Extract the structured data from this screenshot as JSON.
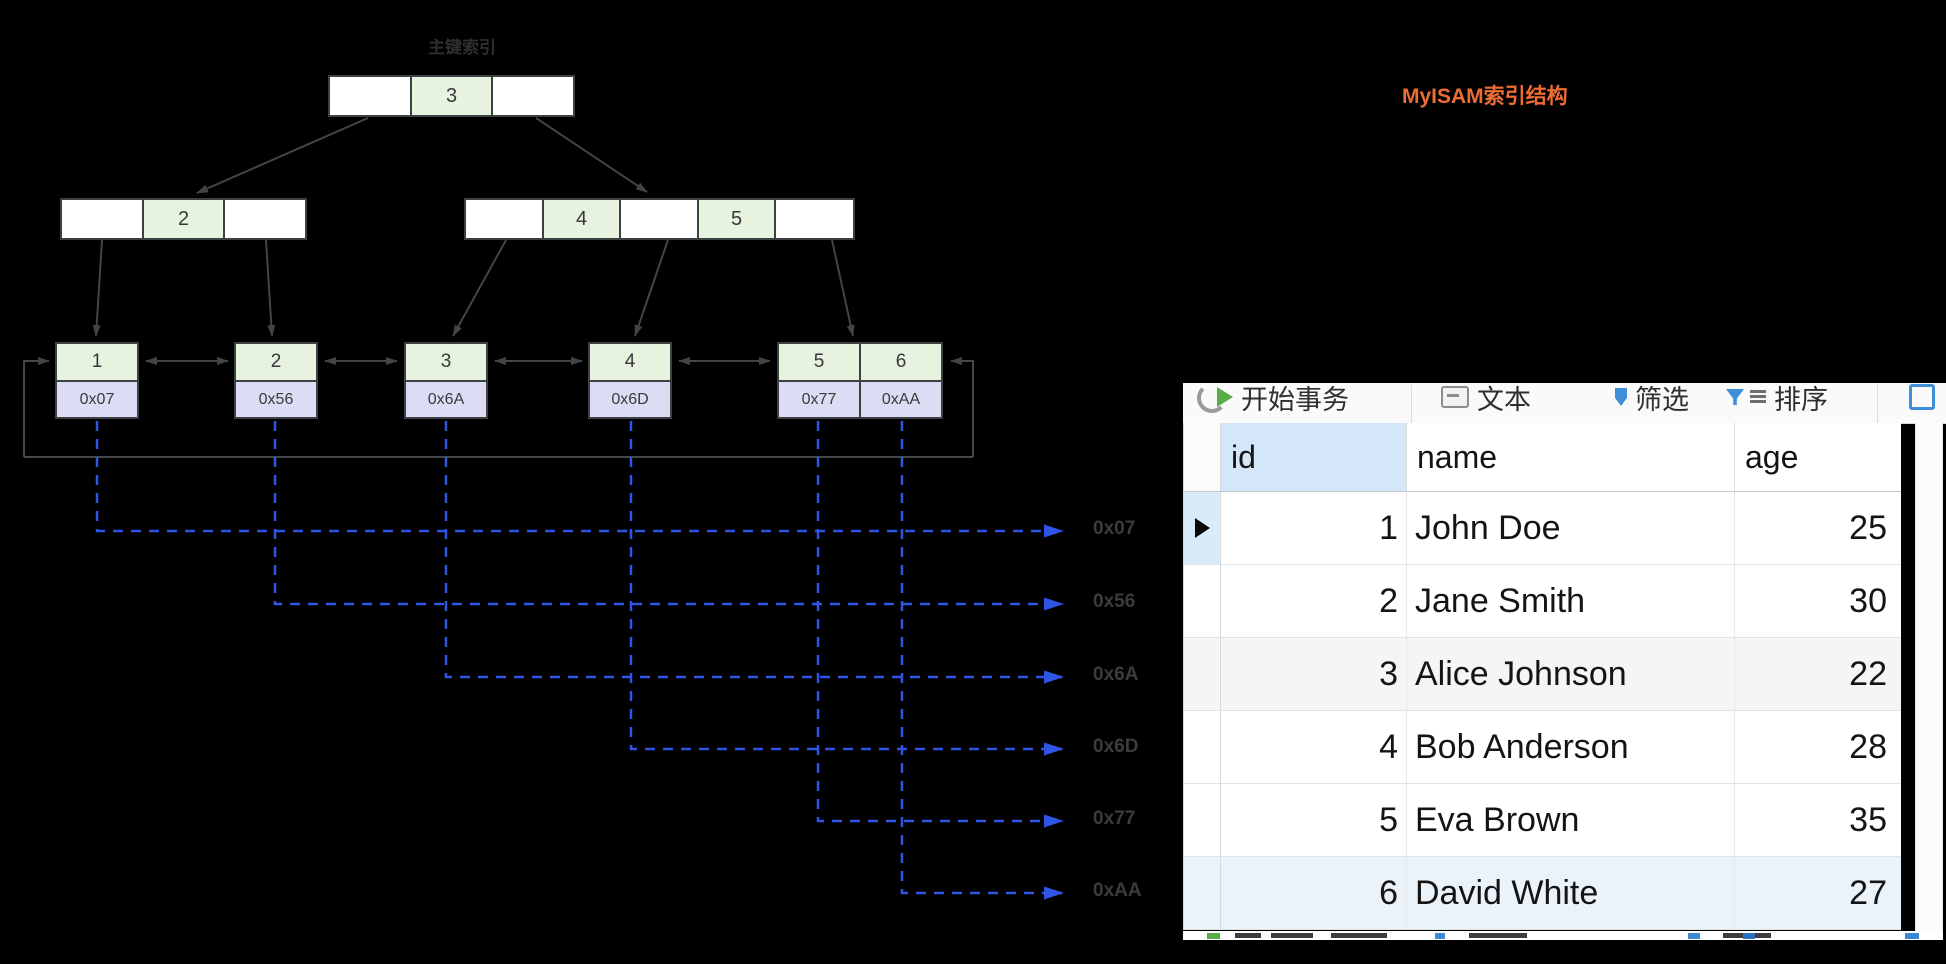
{
  "diagram": {
    "title": "主键索引",
    "heading": "MyISAM索引结构",
    "root": {
      "cells": [
        "",
        "3",
        ""
      ]
    },
    "internal_left": {
      "cells": [
        "",
        "2",
        ""
      ]
    },
    "internal_right": {
      "cells": [
        "",
        "4",
        "",
        "5",
        ""
      ]
    },
    "leaves": [
      {
        "key": "1",
        "addr": "0x07"
      },
      {
        "key": "2",
        "addr": "0x56"
      },
      {
        "key": "3",
        "addr": "0x6A"
      },
      {
        "key": "4",
        "addr": "0x6D"
      },
      {
        "key": "5",
        "addr": "0x77"
      },
      {
        "key": "6",
        "addr": "0xAA"
      }
    ],
    "pointer_labels": [
      "0x07",
      "0x56",
      "0x6A",
      "0x6D",
      "0x77",
      "0xAA"
    ],
    "colors": {
      "background": "#000000",
      "key_cell": "#e7f3de",
      "addr_cell": "#dcdcf4",
      "node_border": "#3c4144",
      "arrow": "#3f4548",
      "dashed_pointer": "#2f55e4",
      "pointer_label": "#3c3c3c",
      "heading": "#ed6d35"
    }
  },
  "table": {
    "toolbar": {
      "begin_transaction": "开始事务",
      "text_mode": "文本",
      "filter": "筛选",
      "sort": "排序"
    },
    "columns": [
      "id",
      "name",
      "age"
    ],
    "rows": [
      [
        "1",
        "John Doe",
        "25"
      ],
      [
        "2",
        "Jane Smith",
        "30"
      ],
      [
        "3",
        "Alice Johnson",
        "22"
      ],
      [
        "4",
        "Bob Anderson",
        "28"
      ],
      [
        "5",
        "Eva Brown",
        "35"
      ],
      [
        "6",
        "David White",
        "27"
      ]
    ]
  }
}
